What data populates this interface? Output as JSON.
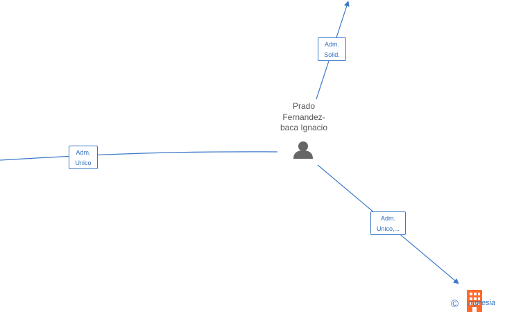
{
  "person": {
    "name_line1": "Prado",
    "name_line2": "Fernandez-",
    "name_line3": "baca Ignacio",
    "icon": "person-icon"
  },
  "edges": [
    {
      "line1": "Adm.",
      "line2": "Solid."
    },
    {
      "line1": "Adm.",
      "line2": "Unico"
    },
    {
      "line1": "Adm.",
      "line2": "Unico,..."
    }
  ],
  "brand": {
    "copyright": "©",
    "text": "mpresia",
    "icon": "building-icon",
    "color": "#ff6a2b"
  },
  "colors": {
    "edge": "#3a78c8",
    "person": "#666666"
  }
}
